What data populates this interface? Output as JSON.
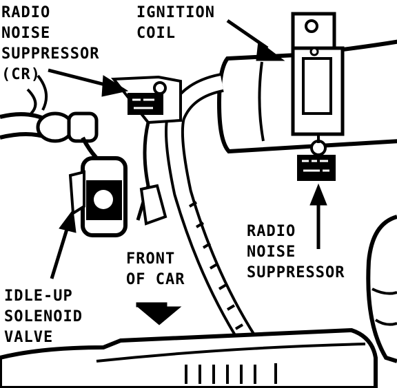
{
  "labels": {
    "radio_noise_suppressor_cr": [
      "RADIO",
      "NOISE",
      "SUPPRESSOR",
      "(CR)"
    ],
    "ignition_coil": [
      "IGNITION",
      "COIL"
    ],
    "radio_noise_suppressor": [
      "RADIO",
      "NOISE",
      "SUPPRESSOR"
    ],
    "front_of_car": [
      "FRONT",
      "OF CAR"
    ],
    "idle_up_solenoid_valve": [
      "IDLE-UP",
      "SOLENOID",
      "VALVE"
    ]
  },
  "colors": {
    "ink": "#000000",
    "paper": "#ffffff"
  }
}
